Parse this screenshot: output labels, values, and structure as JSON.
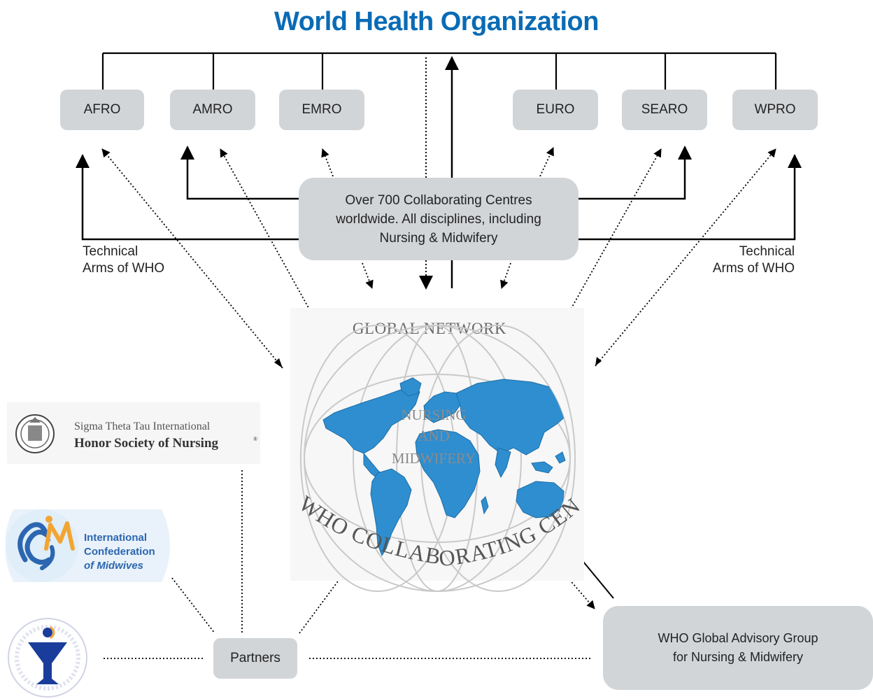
{
  "title": "World Health Organization",
  "regions": [
    "AFRO",
    "AMRO",
    "EMRO",
    "EURO",
    "SEARO",
    "WPRO"
  ],
  "center_box": "Over 700 Collaborating Centres\nworldwide. All disciplines, including\nNursing & Midwifery",
  "technical_arms_left": "Technical\nArms of WHO",
  "technical_arms_right": "Technical\nArms of WHO",
  "network": {
    "top_text": "GLOBAL NETWORK",
    "center_text": [
      "NURSING",
      "AND",
      "MIDWIFERY"
    ],
    "arc_text": "WHO COLLABORATING CENTRES",
    "land_color": "#2e8ed0",
    "ring_color": "#c9c9c9"
  },
  "partners_label": "Partners",
  "advisory_box": "WHO Global Advisory Group\nfor Nursing & Midwifery",
  "logos": {
    "sigma_line1": "Sigma Theta Tau International",
    "sigma_line2": "Honor Society of Nursing",
    "sigma_mark": "®",
    "icm_text": [
      "International",
      "Confederation",
      "of Midwives"
    ]
  },
  "colors": {
    "title": "#0a6bb5",
    "box_fill": "#d2d5d8",
    "line": "#000000",
    "icm_blue": "#2c66b0",
    "icm_orange": "#f2a533",
    "icn_blue": "#1a3d9c"
  }
}
